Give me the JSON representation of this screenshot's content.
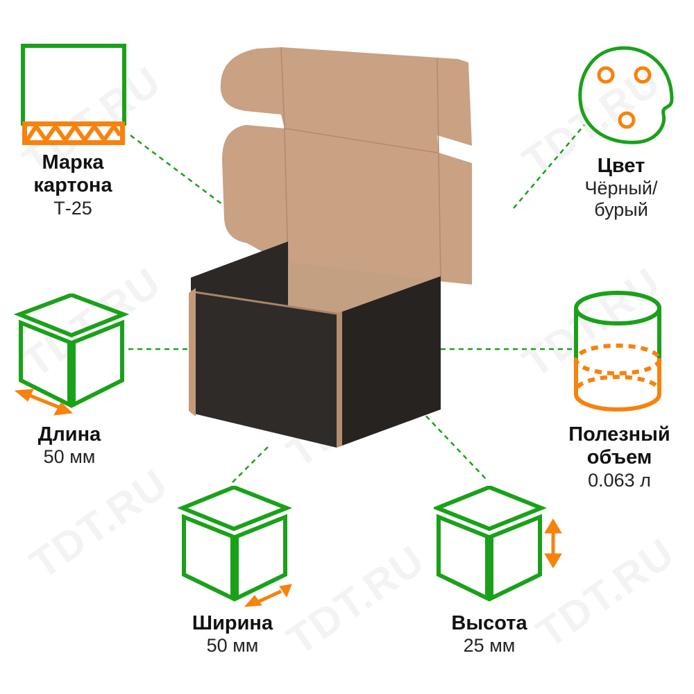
{
  "watermark": "TDT.RU",
  "colors": {
    "green": "#1aa11a",
    "orange": "#f7820d",
    "kraft": "#c9a183",
    "black_box": "#2b2826"
  },
  "features": {
    "grade": {
      "title_line1": "Марка",
      "title_line2": "картона",
      "value": "Т-25",
      "icon": "corrugated-board-icon"
    },
    "color": {
      "title": "Цвет",
      "value_line1": "Чёрный/",
      "value_line2": "бурый",
      "icon": "palette-icon"
    },
    "length": {
      "title": "Длина",
      "value": "50 мм",
      "icon": "cube-length-icon"
    },
    "volume": {
      "title_line1": "Полезный",
      "title_line2": "объем",
      "value": "0.063 л",
      "icon": "cylinder-volume-icon"
    },
    "width": {
      "title": "Ширина",
      "value": "50 мм",
      "icon": "cube-width-icon"
    },
    "height": {
      "title": "Высота",
      "value": "25 мм",
      "icon": "cube-height-icon"
    }
  }
}
